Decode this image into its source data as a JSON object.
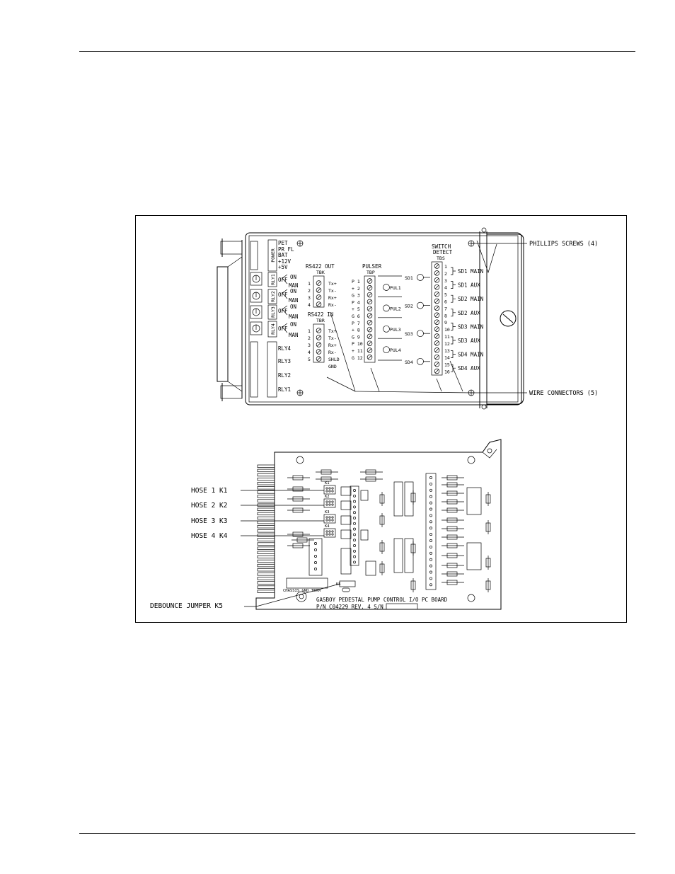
{
  "upper_view": {
    "power_labels": [
      "PET",
      "PR FL",
      "BAT",
      "+12V",
      "+5V"
    ],
    "power_text": "POWER",
    "relay_leds": [
      {
        "text": "RLY1",
        "on": "ON",
        "off": "OFF",
        "man": "MAN"
      },
      {
        "text": "RLY2",
        "on": "ON",
        "off": "OFF",
        "man": "MAN"
      },
      {
        "text": "RLY3",
        "on": "ON",
        "off": "OFF",
        "man": "MAN"
      },
      {
        "text": "RLY4",
        "on": "ON",
        "off": "OFF",
        "man": "MAN"
      }
    ],
    "relay_blocks": [
      "RLY4",
      "RLY3",
      "RLY2",
      "RLY1"
    ],
    "tbk": {
      "title": "RS422 OUT",
      "sub": "TBK",
      "pins": [
        "1",
        "2",
        "3",
        "4"
      ],
      "signals": [
        "Tx+",
        "Tx-",
        "Rx+",
        "Rx-"
      ]
    },
    "tbr": {
      "title": "RS422 IN",
      "sub": "TBR",
      "pins": [
        "1",
        "2",
        "3",
        "4",
        "5"
      ],
      "signals": [
        "Tx+",
        "Tx-",
        "Rx+",
        "Rx-",
        "SHLD",
        "GND"
      ]
    },
    "tbp": {
      "title": "PULSER",
      "sub": "TBP",
      "pins": [
        "P 1",
        "+ 2",
        "G 3",
        "P 4",
        "+ 5",
        "G 6",
        "P 7",
        "+ 8",
        "G 9",
        "P 10",
        "+ 11",
        "G 12"
      ],
      "pulsers": [
        "PUL1",
        "PUL2",
        "PUL3",
        "PUL4"
      ]
    },
    "tbs": {
      "title1": "SWITCH",
      "title2": "DETECT",
      "sub": "TBS",
      "sd_left": [
        "SD1",
        "SD2",
        "SD3",
        "SD4"
      ],
      "pins": [
        "1",
        "2",
        "3",
        "4",
        "5",
        "6",
        "7",
        "8",
        "9",
        "10",
        "11",
        "12",
        "13",
        "14",
        "15",
        "16"
      ],
      "groups": [
        "SD1 MAIN",
        "SD1 AUX",
        "SD2 MAIN",
        "SD2 AUX",
        "SD3 MAIN",
        "SD3 AUX",
        "SD4 MAIN",
        "SD4 AUX"
      ]
    },
    "callouts": {
      "phillips": "PHILLIPS SCREWS (4)",
      "wire": "WIRE CONNECTORS (5)"
    }
  },
  "lower_view": {
    "hoses": [
      "HOSE 1  K1",
      "HOSE 2  K2",
      "HOSE 3  K3",
      "HOSE 4  K4"
    ],
    "debounce": "DEBOUNCE JUMPER  K5",
    "jumper_tags": [
      "K1",
      "K2",
      "K3",
      "K4",
      "K5"
    ],
    "chassis_label": "CHASSIS GND TERM",
    "board_name": "GASBOY PEDESTAL PUMP CONTROL I/O PC BOARD",
    "part_number": "P/N C04229 REV. 4 S/N"
  }
}
